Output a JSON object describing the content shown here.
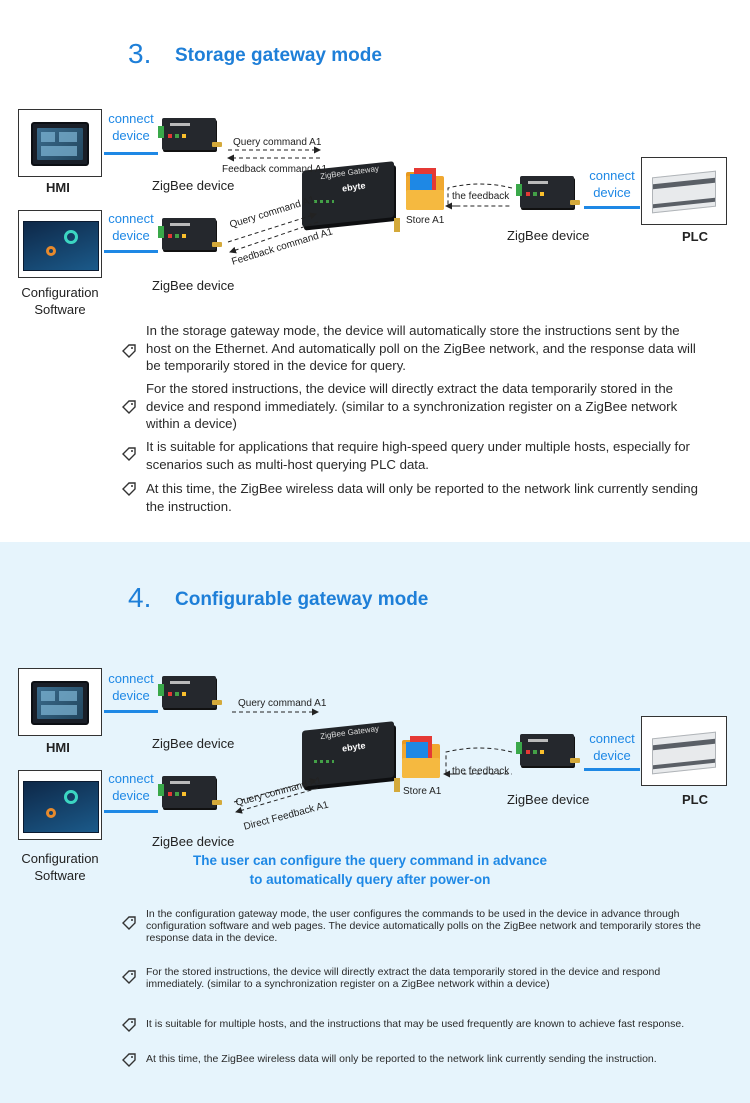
{
  "section3": {
    "number": "3.",
    "title": "Storage gateway mode",
    "hmi_label": "HMI",
    "config_label_line1": "Configuration",
    "config_label_line2": "Software",
    "connect_line1": "connect",
    "connect_line2": "device",
    "zigbee_label": "ZigBee device",
    "plc_label": "PLC",
    "gateway_title": "ZigBee Gateway",
    "gateway_brand": "ebyte",
    "store_label": "Store A1",
    "feedback_label": "the feedback",
    "query_cmd": "Query command A1",
    "feedback_cmd": "Feedback command A1",
    "bullets": [
      "In the storage gateway mode, the device will automatically store the instructions sent by the host on the Ethernet. And automatically poll on the ZigBee network, and the response data will be temporarily stored in the device for query.",
      "For the stored instructions, the device will directly extract the data temporarily stored in the device and respond immediately. (similar to a synchronization register on a ZigBee network within a device)",
      "It is suitable for applications that require high-speed query under multiple hosts, especially for scenarios such as multi-host querying PLC data.",
      "At this time, the ZigBee wireless data will only be reported to the network link currently sending the instruction."
    ]
  },
  "section4": {
    "number": "4.",
    "title": "Configurable gateway mode",
    "hmi_label": "HMI",
    "config_label_line1": "Configuration",
    "config_label_line2": "Software",
    "connect_line1": "connect",
    "connect_line2": "device",
    "zigbee_label": "ZigBee device",
    "plc_label": "PLC",
    "gateway_title": "ZigBee Gateway",
    "gateway_brand": "ebyte",
    "store_label": "Store A1",
    "feedback_label": "the feedback",
    "query_cmd": "Query command A1",
    "direct_feedback": "Direct Feedback A1",
    "note_line1": "The user can configure the query command in advance",
    "note_line2": "to automatically query after power-on",
    "bullets": [
      "In the configuration gateway mode, the user configures the commands to be used in the device in advance through configuration software and web pages. The device automatically polls on the ZigBee network and temporarily stores the response data in the device.",
      "For the stored instructions, the device will directly extract the data temporarily stored in the device and respond immediately. (similar to a synchronization register on a ZigBee network within a device)",
      "It is suitable for multiple hosts, and the instructions that may be used frequently are known to achieve fast response.",
      "At this time, the ZigBee wireless data will only be reported to the network link currently sending the instruction."
    ]
  },
  "colors": {
    "accent": "#1e7fd8",
    "line_blue": "#1e88e5",
    "section4_bg": "#e6f4fc"
  },
  "icons": [
    "tag-icon",
    "folder-icon",
    "gateway-icon",
    "zigbee-device-icon",
    "hmi-icon",
    "plc-icon"
  ]
}
